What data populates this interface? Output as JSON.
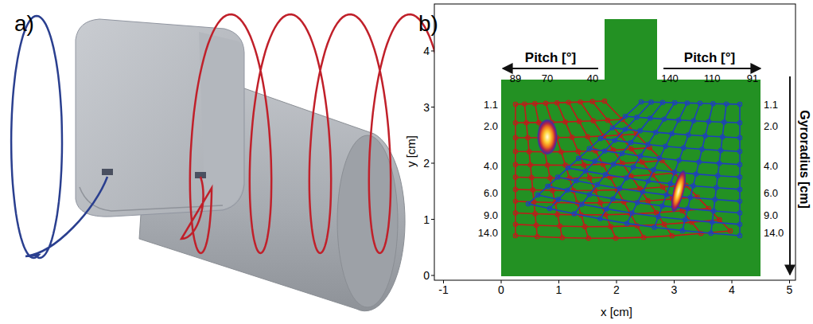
{
  "diagram": {
    "labels": [
      "a)",
      "b)",
      "Pitch [°]",
      "Pitch [°]",
      "Gyroradius [cm]",
      "89",
      "70",
      "40",
      "140",
      "110",
      "91",
      "1.1",
      "2.0",
      "4.0",
      "6.0",
      "9.0",
      "14.0",
      "1.1",
      "2.0",
      "4.0",
      "6.0",
      "9.0",
      "14.0",
      "0",
      "1",
      "2",
      "3",
      "4",
      "y [cm]",
      "-1",
      "0",
      "1",
      "2",
      "3",
      "4",
      "5",
      "x [cm]"
    ]
  }
}
